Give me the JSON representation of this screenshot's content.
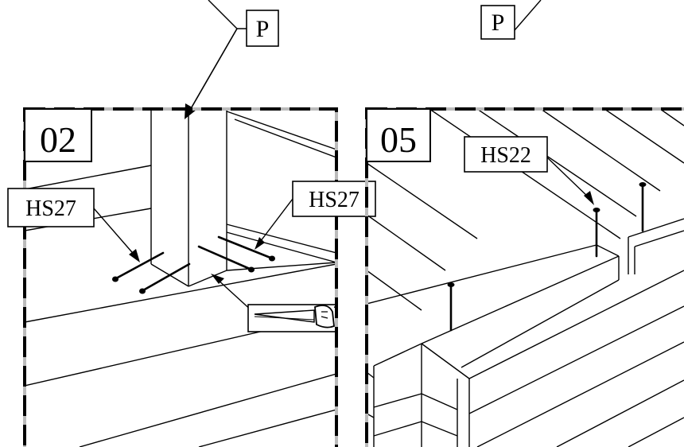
{
  "top_callouts": {
    "left": "P",
    "right": "P"
  },
  "panel_02": {
    "step_number": "02",
    "part_label_left": "HS27",
    "part_label_right": "HS27",
    "tool_icon": "saw-icon"
  },
  "panel_05": {
    "step_number": "05",
    "part_label": "HS22"
  },
  "colors": {
    "line": "#000000",
    "background": "#ffffff",
    "frame_gap": "#bbbbbb"
  }
}
